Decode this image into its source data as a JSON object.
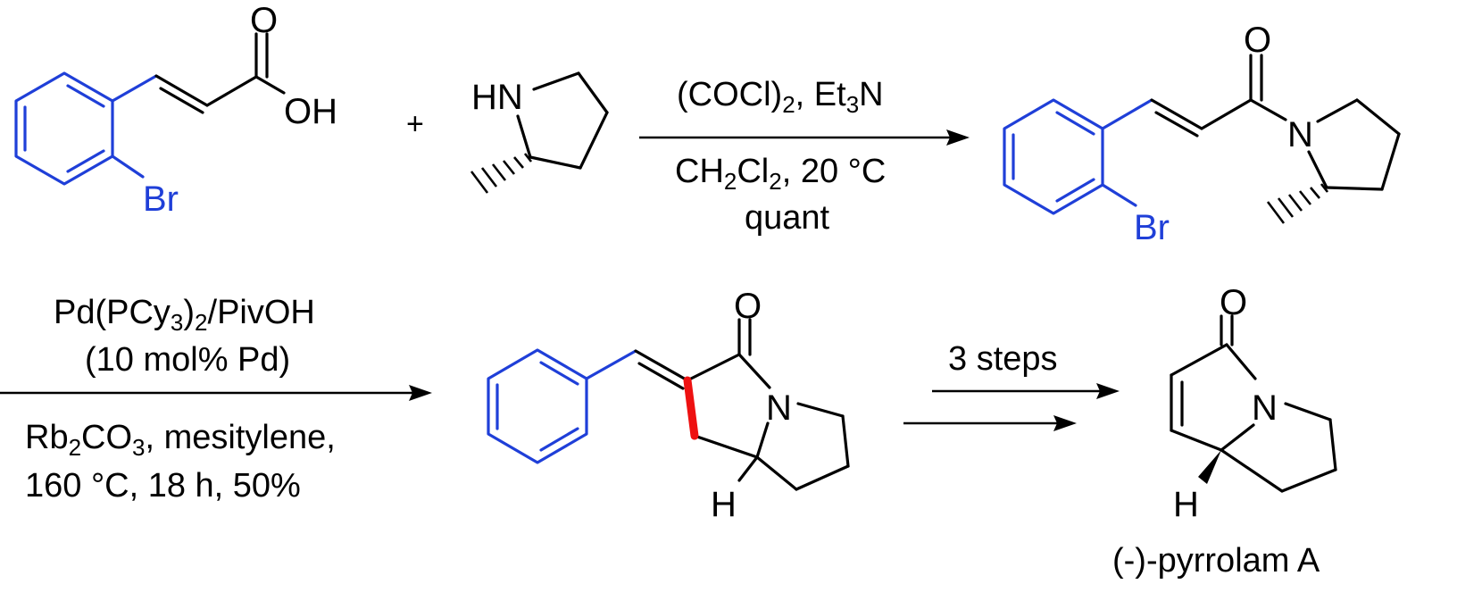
{
  "colors": {
    "bond": "#000000",
    "aryl_highlight": "#1f3fd8",
    "new_bond": "#ee1111",
    "background": "#ffffff"
  },
  "atoms": {
    "O": "O",
    "OH": "OH",
    "HN": "HN",
    "N": "N",
    "H": "H",
    "Br": "Br"
  },
  "plus": "+",
  "step1": {
    "above": {
      "a": "(COCl)",
      "a_sub": "2",
      "b": ", Et",
      "b_sub": "3",
      "c": "N"
    },
    "below1": {
      "a": "CH",
      "a_sub": "2",
      "b": "Cl",
      "b_sub": "2",
      "c": ", 20 °C"
    },
    "below2": "quant"
  },
  "step2": {
    "above1": {
      "a": "Pd(PCy",
      "a_sub": "3",
      "b": ")",
      "b_sub": "2",
      "c": "/PivOH"
    },
    "above2": "(10 mol% Pd)",
    "below1": {
      "a": "Rb",
      "a_sub": "2",
      "b": "CO",
      "b_sub": "3",
      "c": ", mesitylene,"
    },
    "below2": "160 °C, 18 h, 50%"
  },
  "step3": {
    "above": "3 steps"
  },
  "product_name": "(-)-pyrrolam A"
}
